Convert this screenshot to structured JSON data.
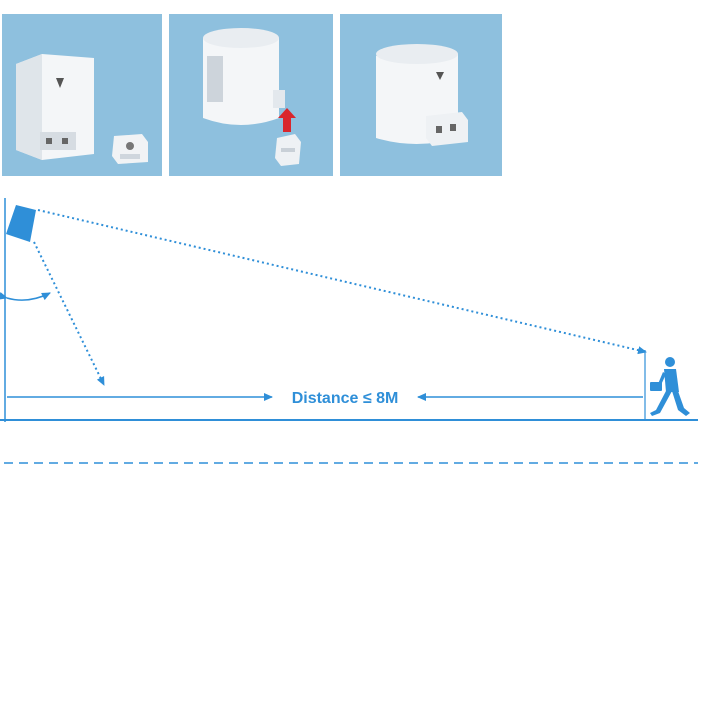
{
  "colors": {
    "photo_background": "#8ec0de",
    "device_body": "#f4f6f8",
    "device_shade": "#cfd6dd",
    "diagram_blue": "#2f8fd8",
    "arrow_red": "#d9262c"
  },
  "photos": [
    {
      "name": "sensor-unit-with-bracket-separate"
    },
    {
      "name": "sensor-unit-bracket-attaching"
    },
    {
      "name": "sensor-unit-bracket-attached"
    }
  ],
  "diagram": {
    "distance_label": "Distance ≤ 8M",
    "icons": [
      "sensor-icon",
      "walking-person-icon"
    ]
  }
}
